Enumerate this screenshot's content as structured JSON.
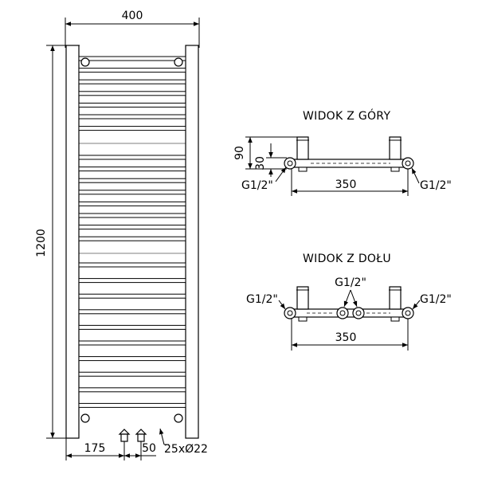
{
  "front": {
    "width_label": "400",
    "height_label": "1200",
    "dim_left_label": "175",
    "dim_mid_label": "50",
    "pipe_label": "25xØ22"
  },
  "top_view": {
    "title": "WIDOK Z GÓRY",
    "dim_90": "90",
    "dim_30": "30",
    "left_label": "G1/2\"",
    "right_label": "G1/2\"",
    "span_label": "350"
  },
  "bottom_view": {
    "title": "WIDOK Z DOŁU",
    "left_label": "G1/2\"",
    "center_label": "G1/2\"",
    "right_label": "G1/2\"",
    "span_label": "350"
  },
  "front_bars": {
    "count": 25
  }
}
